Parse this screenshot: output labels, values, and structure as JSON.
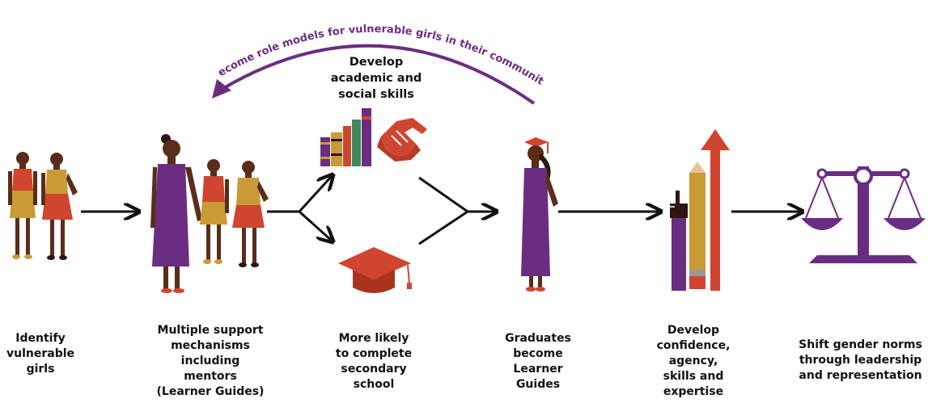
{
  "arc_label": "Become role models for vulnerable girls in their community",
  "top_label": "Develop\nacademic and\nsocial skills",
  "steps": [
    {
      "label": "Identify\nvulnerable\ngirls"
    },
    {
      "label": "Multiple support\nmechanisms\nincluding\nmentors\n(Learner Guides)"
    },
    {
      "label": "More likely\nto complete\nsecondary\nschool"
    },
    {
      "label": "Graduates\nbecome\nLearner\nGuides"
    },
    {
      "label": "Develop\nconfidence,\nagency,\nskills and\nexpertise"
    },
    {
      "label": "Shift gender norms\nthrough leadership\nand representation"
    }
  ],
  "icons": [
    "two-girls-icon",
    "mentor-with-girls-icon",
    "books-icon",
    "handshake-icon",
    "graduation-cap-icon",
    "graduate-icon",
    "raised-hand-pencil-arrow-icon",
    "balance-scale-icon"
  ],
  "colors": {
    "purple": "#6b2d82",
    "orange_red": "#d0452f",
    "ochre": "#c99a36",
    "skin": "#5a2d1a",
    "arrow": "#111111"
  }
}
